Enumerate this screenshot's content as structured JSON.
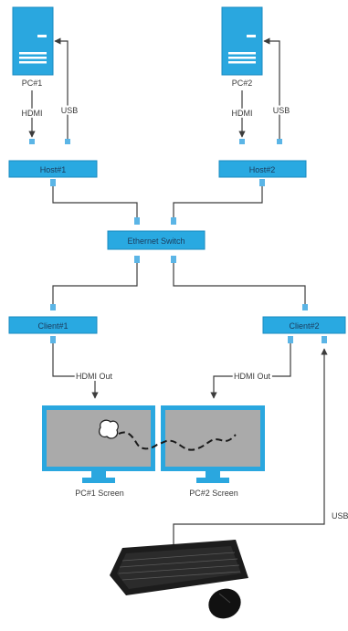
{
  "pcs": [
    {
      "label": "PC#1"
    },
    {
      "label": "PC#2"
    }
  ],
  "hosts": [
    {
      "label": "Host#1"
    },
    {
      "label": "Host#2"
    }
  ],
  "switch": {
    "label": "Ethernet Switch"
  },
  "clients": [
    {
      "label": "Client#1"
    },
    {
      "label": "Client#2"
    }
  ],
  "link_labels": {
    "hdmi": "HDMI",
    "usb": "USB",
    "hdmi_out": "HDMI Out",
    "usb_keyboard": "USB"
  },
  "screens": [
    {
      "label": "PC#1 Screen"
    },
    {
      "label": "PC#2 Screen"
    }
  ],
  "colors": {
    "box_fill": "#29a9e1",
    "box_stroke": "#1a8bc0",
    "port": "#5bb5e6",
    "pc_fill": "#2aa7df",
    "screen_fill": "#aaaaaa",
    "wire": "#3c3c3c"
  }
}
